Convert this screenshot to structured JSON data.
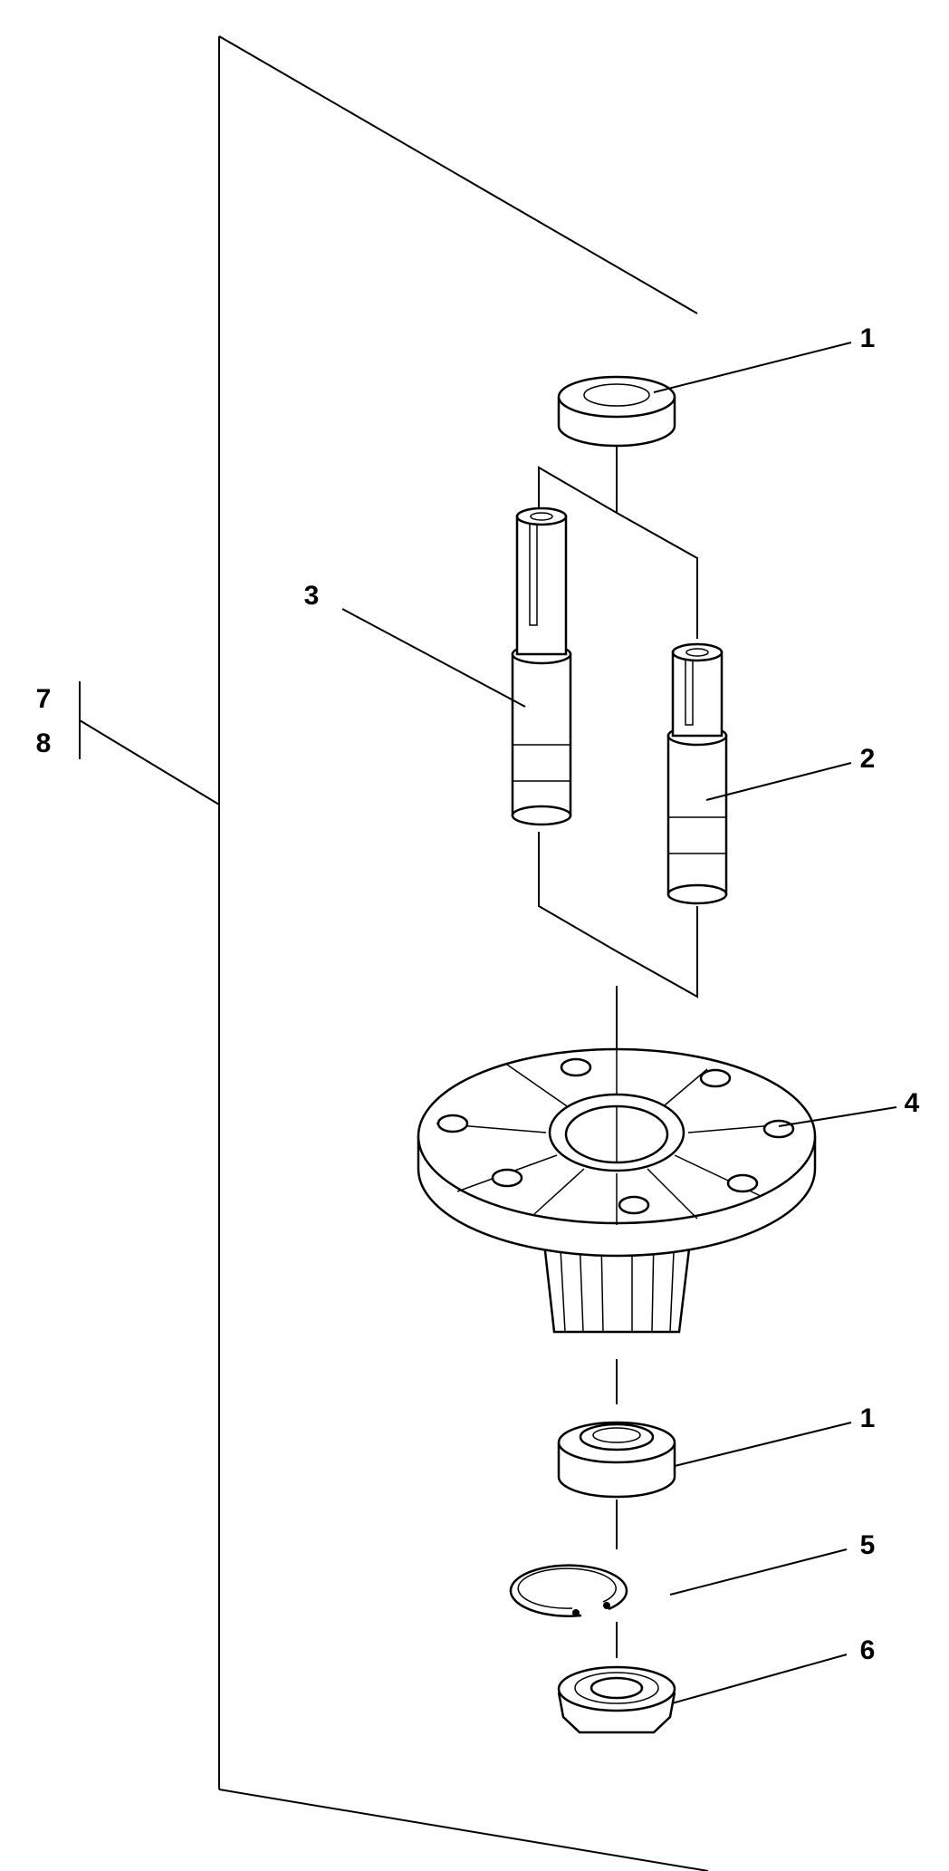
{
  "callouts": {
    "bearing_top": "1",
    "spindle_short": "2",
    "spindle_long": "3",
    "housing": "4",
    "bearing_bottom": "1",
    "snap_ring": "5",
    "seal": "6",
    "assembly_a": "7",
    "assembly_b": "8"
  }
}
